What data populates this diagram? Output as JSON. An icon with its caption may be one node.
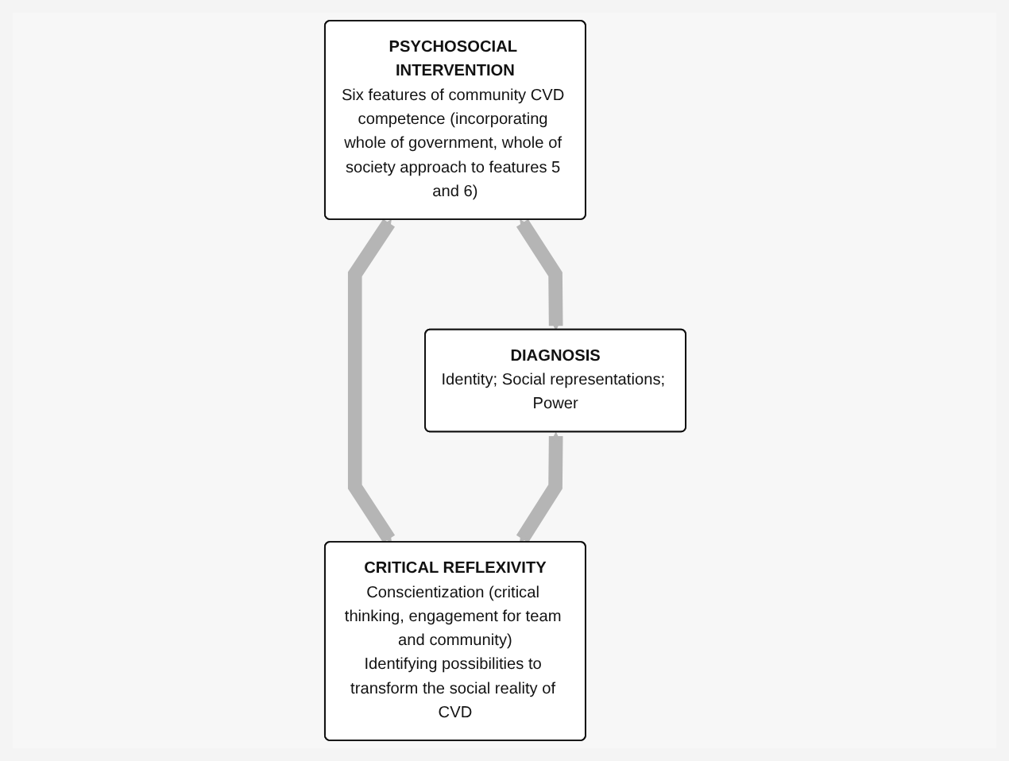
{
  "diagram": {
    "nodes": [
      {
        "text": [
          "PSYCHOSOCIAL INTERVENTION",
          "Six features of community CVD competence (incorporating whole of government, whole of society approach to features 5 and 6)"
        ]
      },
      {
        "text": [
          "DIAGNOSIS",
          "Identity; Social representations; Power"
        ]
      },
      {
        "text": [
          "CRITICAL REFLEXIVITY",
          "Conscientization (critical thinking, engagement for team and community)",
          "Identifying possibilities to transform the social reality of CVD"
        ]
      }
    ],
    "edges": [
      {
        "from": 0,
        "to": 1,
        "arrow": "both"
      },
      {
        "from": 0,
        "to": 2,
        "arrow": "both"
      },
      {
        "from": 1,
        "to": 2,
        "arrow": "both"
      }
    ]
  }
}
